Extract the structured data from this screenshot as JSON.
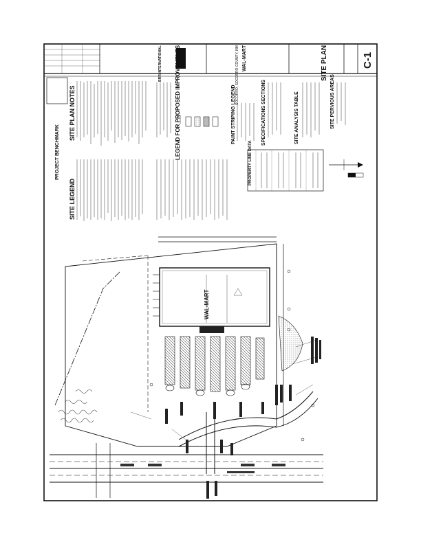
{
  "title_block": {
    "sheet_title": "SITE PLAN",
    "sheet_number": "C-1",
    "project_lines": [
      "WAL-MART",
      "SOCORRO, SOCORRO COUNTY, NM"
    ],
    "firm": "BRR INTERNATIONAL"
  },
  "site_plan_notes": {
    "heading": "SITE PLAN NOTES"
  },
  "benchmark": {
    "heading": "PROJECT BENCHMARK"
  },
  "site_legend": {
    "heading": "SITE LEGEND"
  },
  "proposed_improvements": {
    "heading": "LEGEND FOR PROPOSED IMPROVEMENTS"
  },
  "paint_striping": {
    "heading": "PAINT STRIPING LEGEND"
  },
  "specifications": {
    "heading": "SPECIFICATIONS SECTIONS"
  },
  "site_analysis": {
    "heading": "SITE ANALYSIS TABLE"
  },
  "pervious_areas": {
    "heading": "SITE PERVIOUS AREAS"
  },
  "property_line": {
    "heading": "PROPERTY LINE DATA"
  },
  "building": {
    "label": "WAL-MART"
  }
}
